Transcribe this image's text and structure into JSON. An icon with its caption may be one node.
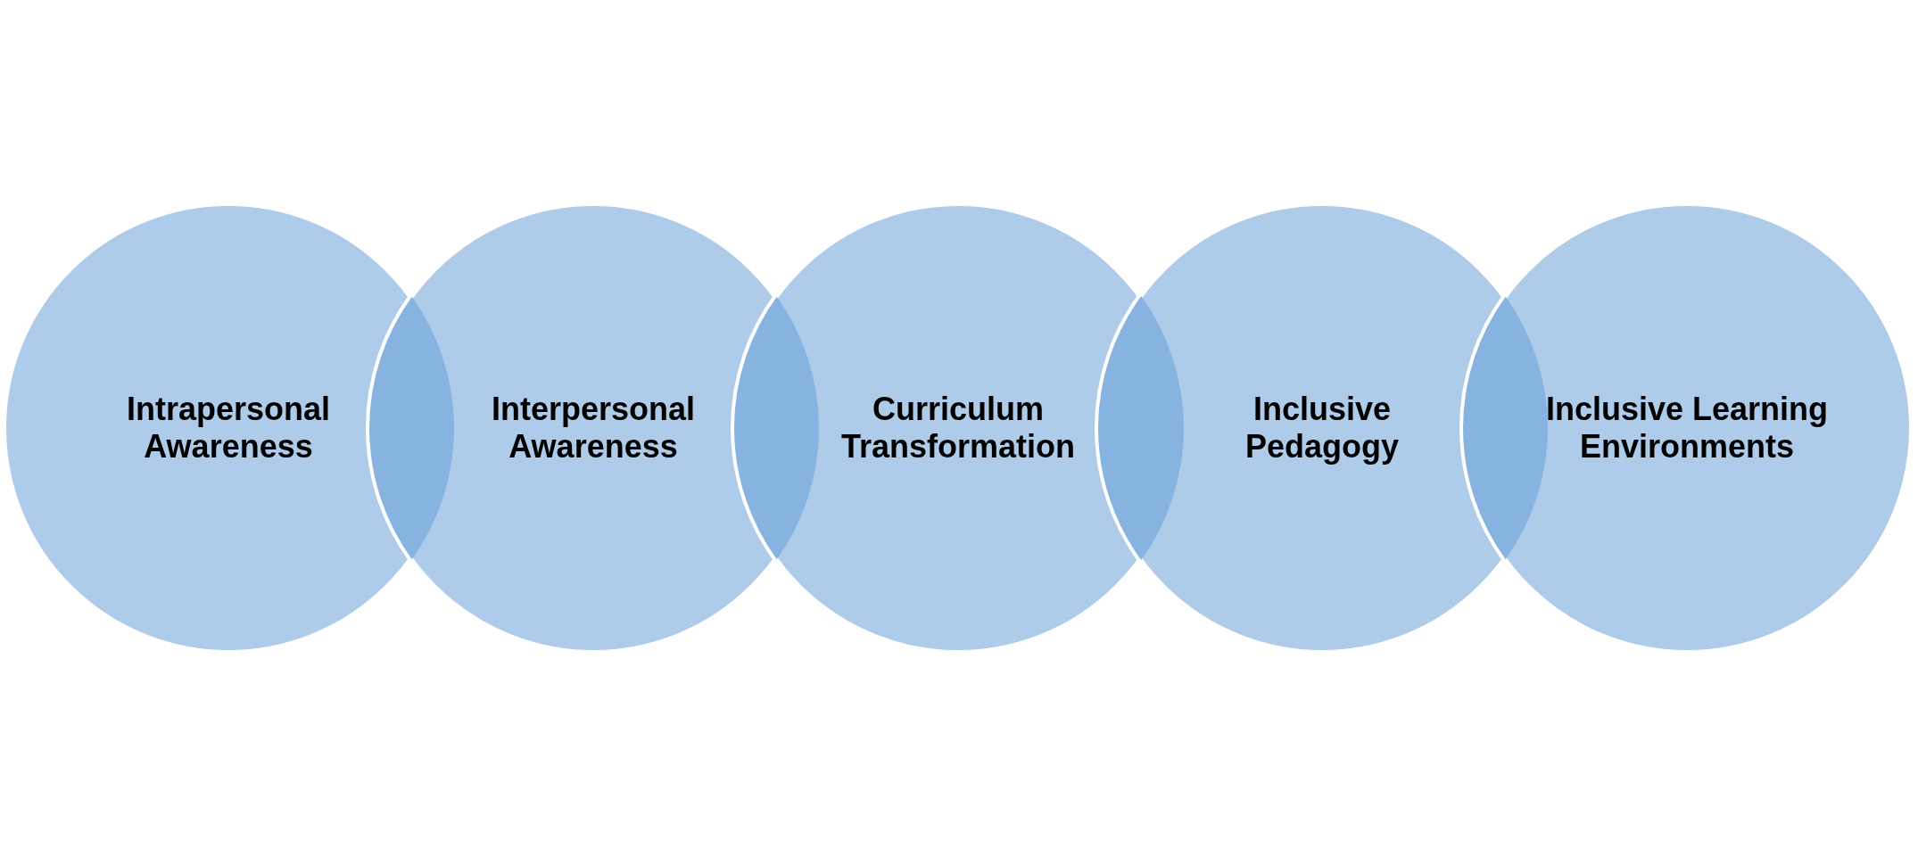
{
  "diagram": {
    "nodes": [
      {
        "text": [
          "Intrapersonal Awareness"
        ]
      },
      {
        "text": [
          "Interpersonal Awareness"
        ]
      },
      {
        "text": [
          "Curriculum Transformation"
        ]
      },
      {
        "text": [
          "Inclusive Pedagogy"
        ]
      },
      {
        "text": [
          "Inclusive Learning Environments"
        ]
      }
    ]
  }
}
